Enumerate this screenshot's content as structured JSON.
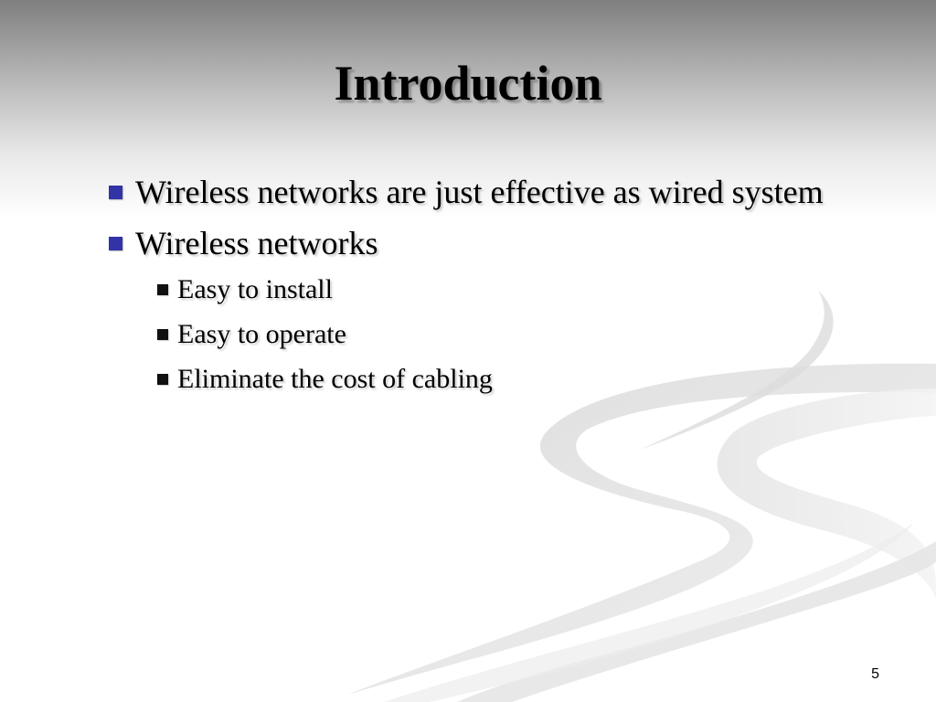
{
  "slide": {
    "title": "Introduction",
    "bullets": [
      {
        "text": "Wireless networks are just effective as wired system"
      },
      {
        "text": "Wireless networks",
        "sub_bullets": [
          {
            "text": "Easy to install"
          },
          {
            "text": "Easy to operate"
          },
          {
            "text": "Eliminate the cost of cabling"
          }
        ]
      }
    ],
    "page_number": "5"
  },
  "colors": {
    "bullet_level1": "#3333a8",
    "bullet_level2": "#111111",
    "header_gradient_top": "#7f7f7f",
    "background": "#ffffff"
  }
}
